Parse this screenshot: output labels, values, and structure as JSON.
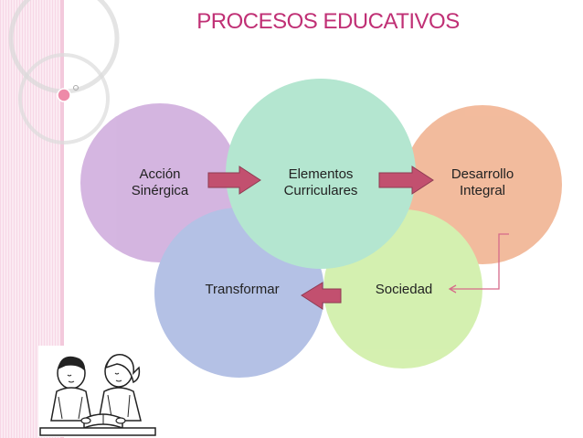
{
  "title": "PROCESOS EDUCATIVOS",
  "diagram": {
    "nodes": [
      {
        "id": "accion",
        "line1": "Acción",
        "line2": "Sinérgica",
        "color": "#c9a1d8"
      },
      {
        "id": "elementos",
        "line1": "Elementos",
        "line2": "Curriculares",
        "color": "#9fe0c3"
      },
      {
        "id": "desarrollo",
        "line1": "Desarrollo",
        "line2": "Integral",
        "color": "#efa882"
      },
      {
        "id": "transformar",
        "line1": "Transformar",
        "color": "#9fb0de"
      },
      {
        "id": "sociedad",
        "line1": "Sociedad",
        "color": "#c9ec9a"
      }
    ],
    "arrow_color": "#c2506f",
    "connector_color": "#d66a8a"
  },
  "illustration": "children-reading-image"
}
